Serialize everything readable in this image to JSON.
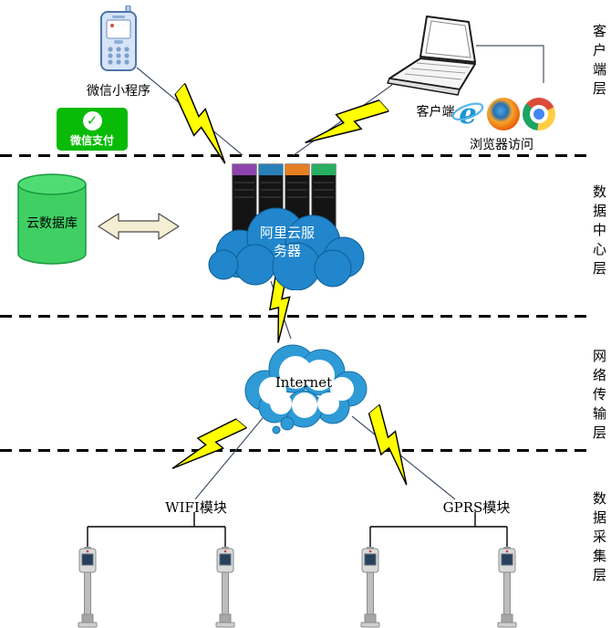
{
  "layer_labels": {
    "client": "客户端层",
    "data_center": "数据中心层",
    "network": "网络传输层",
    "collection": "数据采集层"
  },
  "client_layer": {
    "wechat_mini_label": "微信小程序",
    "wechat_pay_label": "微信支付",
    "client_pc_label": "客户端",
    "browser_label": "浏览器访问"
  },
  "data_center_layer": {
    "cloud_db_label": "云数据库",
    "aliyun_label_line1": "阿里云服",
    "aliyun_label_line2": "务器"
  },
  "network_layer": {
    "internet_label": "Internet"
  },
  "collection_layer": {
    "wifi_label": "WIFI模块",
    "gprs_label": "GPRS模块"
  },
  "icons": {
    "check": "✓",
    "ie_glyph": "e"
  },
  "colors": {
    "wechat_green": "#09BB07",
    "database_green": "#3FCF63",
    "aliyun_cloud_blue": "#2186CC",
    "internet_cloud_blue": "#2E9BD6",
    "lightning_yellow": "#FFFF00",
    "server_cap_purple": "#8E44AD",
    "server_cap_blue": "#2980B9",
    "server_cap_orange": "#E67E22",
    "server_cap_green": "#27AE60"
  }
}
